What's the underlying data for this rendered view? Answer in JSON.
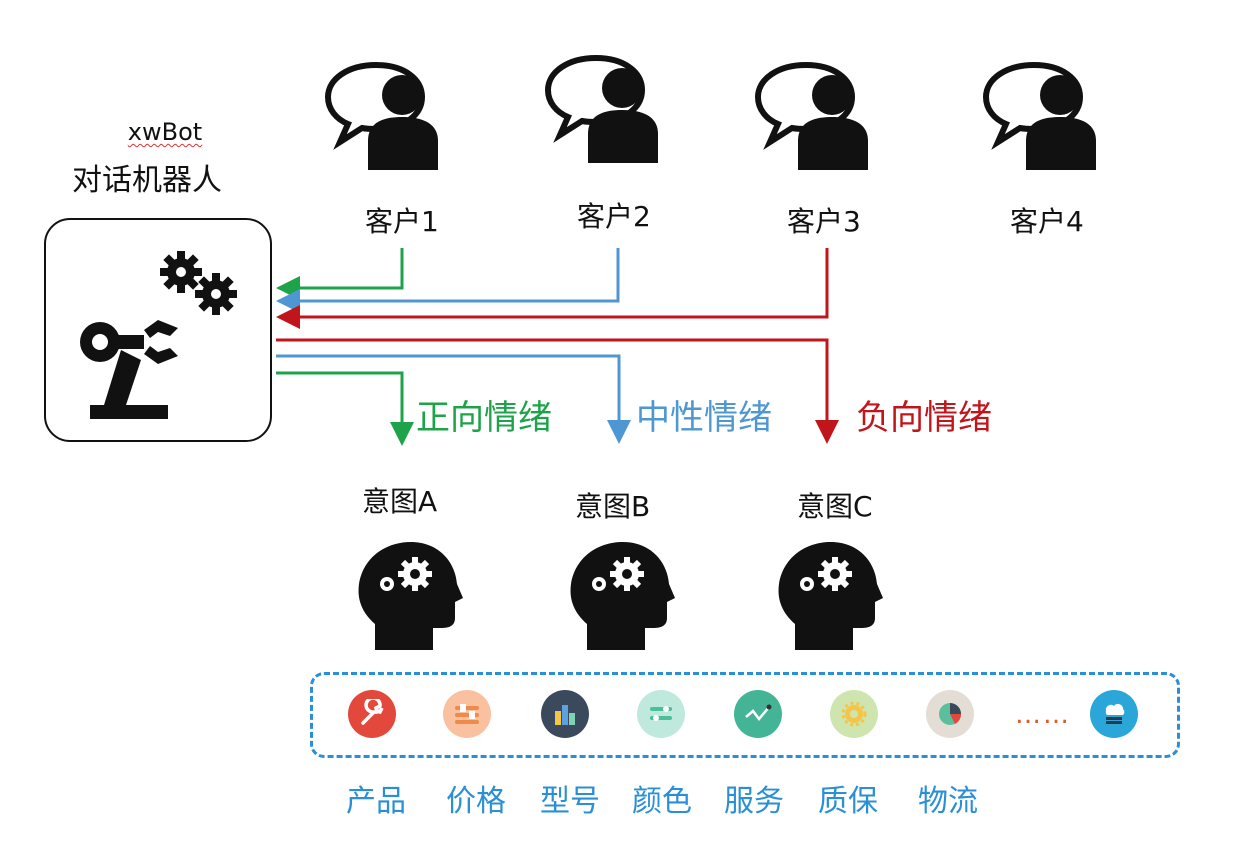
{
  "robot": {
    "name": "xwBot",
    "subtitle": "对话机器人"
  },
  "customers": [
    "客户1",
    "客户2",
    "客户3",
    "客户4"
  ],
  "emotions": [
    {
      "label": "正向情绪",
      "color": "#1fa34a"
    },
    {
      "label": "中性情绪",
      "color": "#4f97d3"
    },
    {
      "label": "负向情绪",
      "color": "#c0151b"
    }
  ],
  "intents": [
    "意图A",
    "意图B",
    "意图C"
  ],
  "categories": {
    "icons": [
      "wrench-icon",
      "sliders-icon",
      "bar-chart-icon",
      "toggle-icon",
      "line-chart-icon",
      "gear-icon",
      "pie-chart-icon",
      "cloud-server-icon"
    ],
    "labels": [
      "产品",
      "价格",
      "型号",
      "颜色",
      "服务",
      "质保",
      "物流"
    ],
    "more": "……"
  }
}
